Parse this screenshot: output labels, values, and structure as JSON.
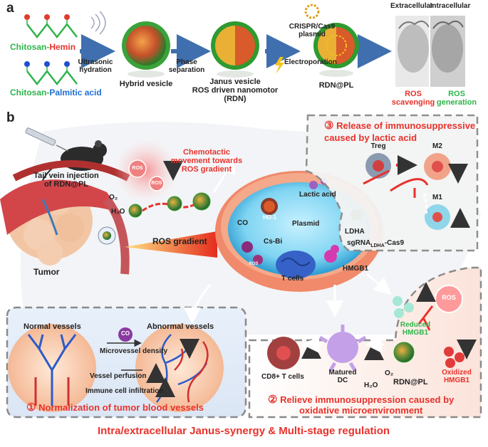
{
  "colors": {
    "red": "#e8322b",
    "green": "#2fb44b",
    "blue": "#1f6fd1",
    "arrow_blue": "#3f6fae",
    "dash": "#8a8a8a"
  },
  "panel_a": {
    "label": "a",
    "chitosan_hemin": {
      "prefix": "Chitosan-",
      "suffix": "Hemin"
    },
    "chitosan_palmitic": {
      "prefix": "Chitosan-",
      "suffix": "Palmitic acid"
    },
    "ultrasonic": "Ultrasonic\nhydration",
    "hybrid_vesicle": "Hybrid vesicle",
    "phase_separation": "Phase\nseparation",
    "janus_vesicle": "Janus vesicle\nROS driven nanomotor\n(RDN)",
    "crispr": "CRISPR/Cas9\nplasmid",
    "electroporation": "Electroporation",
    "rdn_pl": "RDN@PL",
    "extracellular": "Extracellular",
    "intracellular": "Intracellular",
    "ros_scavenging": "ROS\nscavenging",
    "ros_generation": "ROS\ngeneration"
  },
  "panel_b": {
    "label": "b",
    "tail_vein": "Tail vein injection\nof RDN@PL",
    "chemotactic": "Chemotactic\nmovement towards\nROS gradient",
    "ros": "ROS",
    "o2": "O₂",
    "h2o": "H₂O",
    "tumor": "Tumor",
    "ros_gradient": "ROS gradient",
    "co": "CO",
    "ho1": "HO-1",
    "cs_bi": "Cs-Bi",
    "plasmid": "Plasmid",
    "lactic_acid": "Lactic acid",
    "ldha": "LDHA",
    "sgrna": "sgRNA",
    "sgrna_sub": "LDHA",
    "cas9": "-Cas9",
    "t_cells": "T cells",
    "hmgb1": "HMGB1",
    "section3": {
      "num": "③",
      "title": "Release of immunosuppressive\ncaused by lactic acid",
      "treg": "Treg",
      "m2": "M2",
      "m1": "M1"
    },
    "section1": {
      "num": "①",
      "title": "Normalization of tumor blood vessels",
      "normal": "Normal vessels",
      "abnormal": "Abnormal vessels",
      "co": "CO",
      "density": "Microvessel density",
      "perfusion": "Vessel perfusion",
      "infiltration": "Immune cell infiltration"
    },
    "section2": {
      "num": "②",
      "title": "Relieve immunosuppression caused by\noxidative microenvironment",
      "reduced": "Reduced\nHMGB1",
      "ros": "ROS",
      "oxidized": "Oxidized\nHMGB1",
      "cd8": "CD8+ T cells",
      "matured": "Matured\nDC",
      "o2": "O₂",
      "h2o": "H₂O",
      "rdn_pl": "RDN@PL"
    },
    "footer": "Intra/extracellular Janus-synergy & Multi-stage regulation"
  }
}
